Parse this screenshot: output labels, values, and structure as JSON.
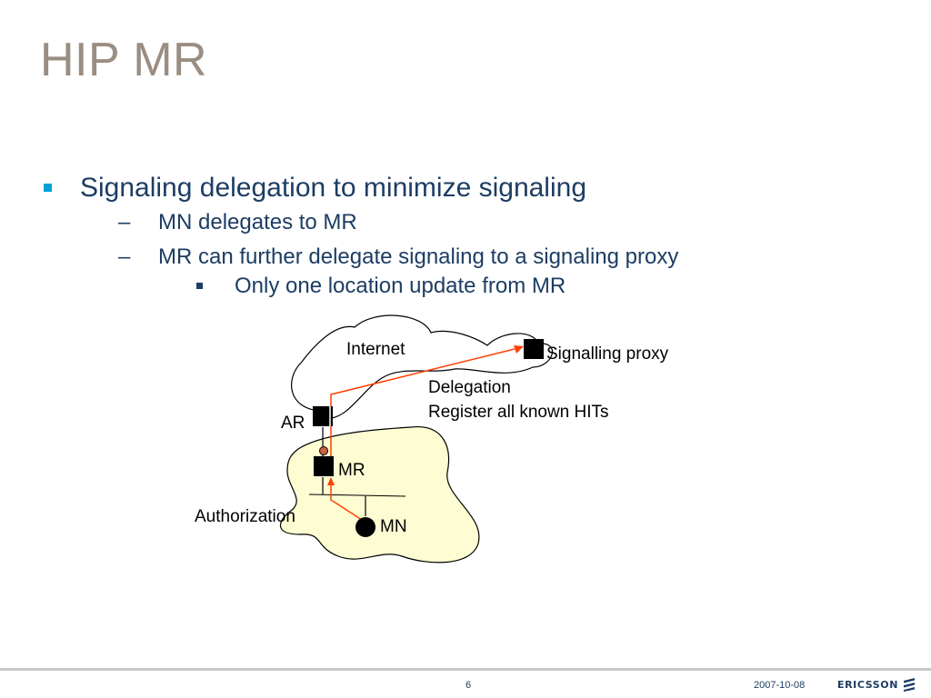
{
  "slide": {
    "title": "HIP MR",
    "bullets": {
      "level1": "Signaling delegation to minimize signaling",
      "level2": [
        "MN delegates to MR",
        "MR can further delegate signaling to a signaling proxy"
      ],
      "level3": "Only one location update from MR",
      "dash": "–"
    },
    "diagram": {
      "internet_label": "Internet",
      "signalling_proxy_label": "Signalling proxy",
      "delegation_label": "Delegation",
      "register_label": "Register all known HITs",
      "ar_label": "AR",
      "mr_label": "MR",
      "mn_label": "MN",
      "authorization_label": "Authorization",
      "cloud_fill": "#fdfcd2",
      "signal_color": "#ff4000"
    },
    "footer": {
      "page_number": "6",
      "date": "2007-10-08",
      "logo_text": "ERICSSON"
    }
  },
  "colors": {
    "title": "#9a8d81",
    "body_text": "#1d3d63",
    "bullet_marker": "#00a2d9"
  }
}
